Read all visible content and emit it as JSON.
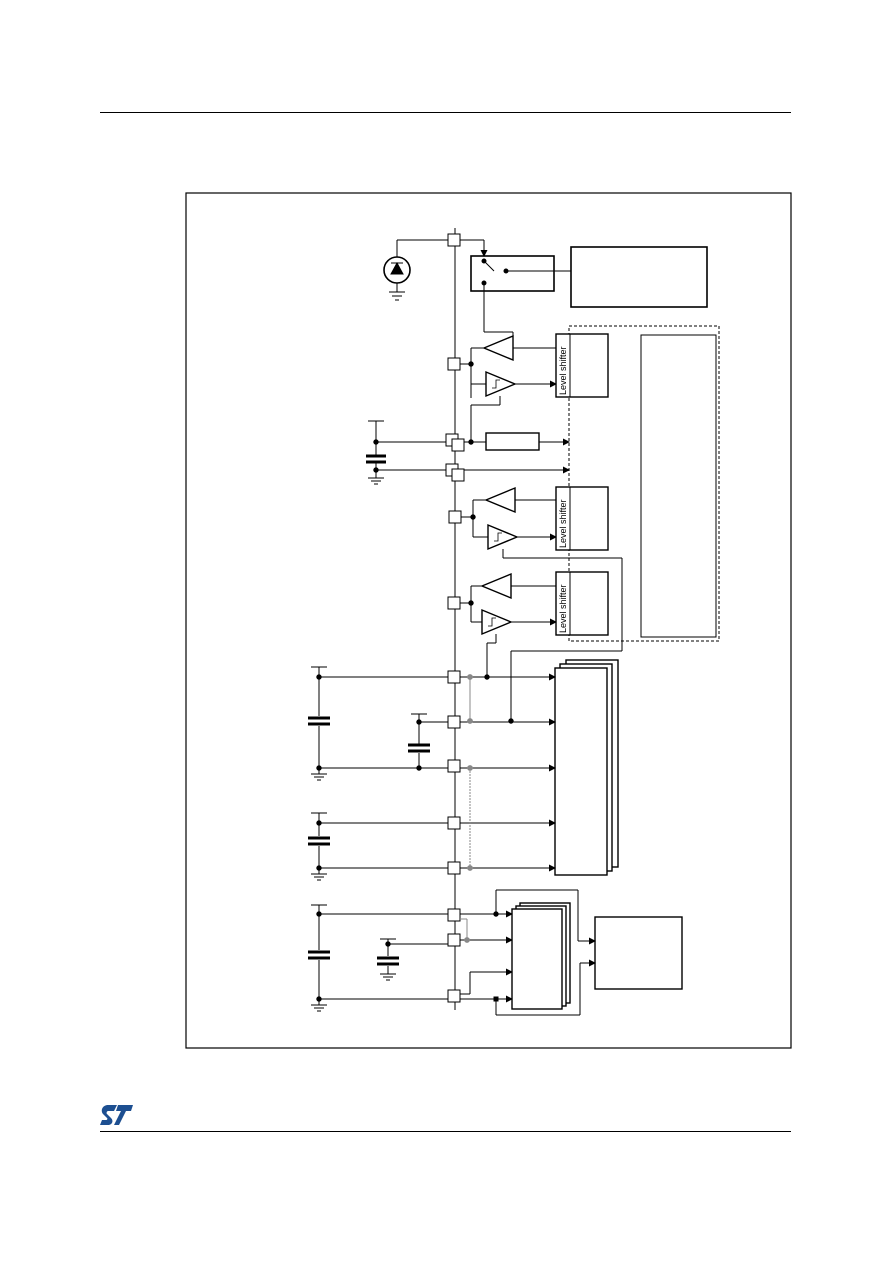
{
  "diagram": {
    "level_shifter_labels": [
      "Level shifter",
      "Level shifter",
      "Level shifter"
    ]
  },
  "logo": {
    "icon": "st-logo-icon",
    "color": "#1d4f91"
  }
}
